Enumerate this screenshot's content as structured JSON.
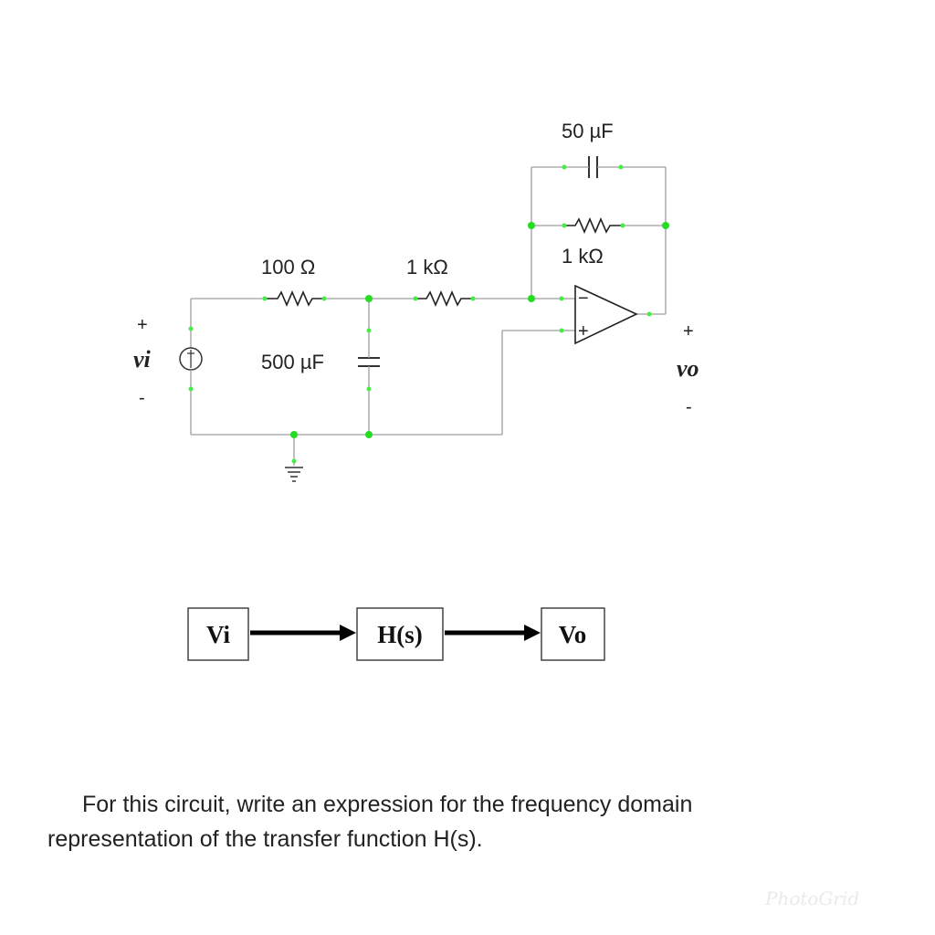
{
  "circuit": {
    "r1_label": "100 Ω",
    "r2_label": "1 kΩ",
    "c1_label": "500 µF",
    "cf_label": "50 µF",
    "rf_label": "1 kΩ",
    "vi_label": "vi",
    "vo_label": "vo",
    "plus_sign": "+",
    "minus_sign": "-",
    "opamp_minus": "−",
    "opamp_plus": "+"
  },
  "block_diagram": {
    "input_label": "Vi",
    "system_label": "H(s)",
    "output_label": "Vo"
  },
  "question": {
    "line1": "For this circuit, write an expression for the frequency domain",
    "line2": "representation of the transfer function H(s)."
  },
  "watermark": "PhotoGrid",
  "colors": {
    "wire": "#9e9e9e",
    "node": "#22dd22",
    "component": "#222222"
  }
}
